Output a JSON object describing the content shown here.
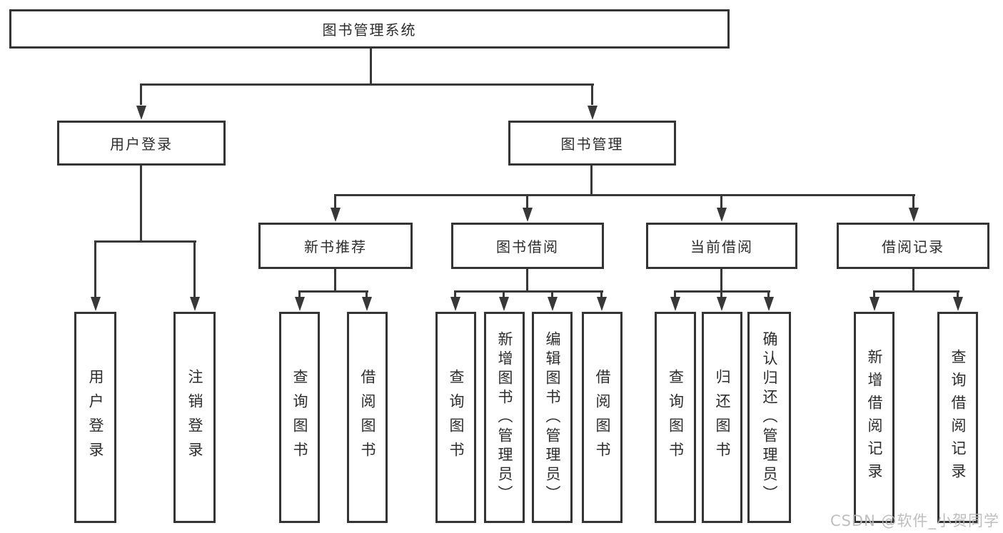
{
  "diagram_title": "图书管理系统",
  "nodes": [
    {
      "id": "system-root",
      "label": "图书管理系统",
      "parent": null
    },
    {
      "id": "user-login",
      "label": "用户登录",
      "parent": "system-root"
    },
    {
      "id": "book-management",
      "label": "图书管理",
      "parent": "system-root"
    },
    {
      "id": "new-book-recommendation",
      "label": "新书推荐",
      "parent": "book-management"
    },
    {
      "id": "book-borrowing",
      "label": "图书借阅",
      "parent": "book-management"
    },
    {
      "id": "current-borrowing",
      "label": "当前借阅",
      "parent": "book-management"
    },
    {
      "id": "borrowing-records",
      "label": "借阅记录",
      "parent": "book-management"
    },
    {
      "id": "leaf-user-login",
      "label": "用户登录",
      "parent": "user-login"
    },
    {
      "id": "leaf-logout",
      "label": "注销登录",
      "parent": "user-login"
    },
    {
      "id": "leaf-query-books-1",
      "label": "查询图书",
      "parent": "new-book-recommendation"
    },
    {
      "id": "leaf-borrow-books-1",
      "label": "借阅图书",
      "parent": "new-book-recommendation"
    },
    {
      "id": "leaf-query-books-2",
      "label": "查询图书",
      "parent": "book-borrowing"
    },
    {
      "id": "leaf-add-book-admin",
      "label": "新增图书（管理员）",
      "parent": "book-borrowing"
    },
    {
      "id": "leaf-edit-book-admin",
      "label": "编辑图书（管理员）",
      "parent": "book-borrowing"
    },
    {
      "id": "leaf-borrow-books-2",
      "label": "借阅图书",
      "parent": "book-borrowing"
    },
    {
      "id": "leaf-query-books-3",
      "label": "查询图书",
      "parent": "current-borrowing"
    },
    {
      "id": "leaf-return-book",
      "label": "归还图书",
      "parent": "current-borrowing"
    },
    {
      "id": "leaf-confirm-return-admin",
      "label": "确认归还（管理员）",
      "parent": "current-borrowing"
    },
    {
      "id": "leaf-add-borrow-record",
      "label": "新增借阅记录",
      "parent": "borrowing-records"
    },
    {
      "id": "leaf-query-borrow-record",
      "label": "查询借阅记录",
      "parent": "borrowing-records"
    }
  ],
  "watermark": {
    "text": "CSDN @软件_小贺同学"
  },
  "colors": {
    "line": "#383838",
    "box_border": "#343434",
    "box_background": "#ffffff",
    "text": "#2d2d2d",
    "watermark": "#b9b9b9"
  }
}
